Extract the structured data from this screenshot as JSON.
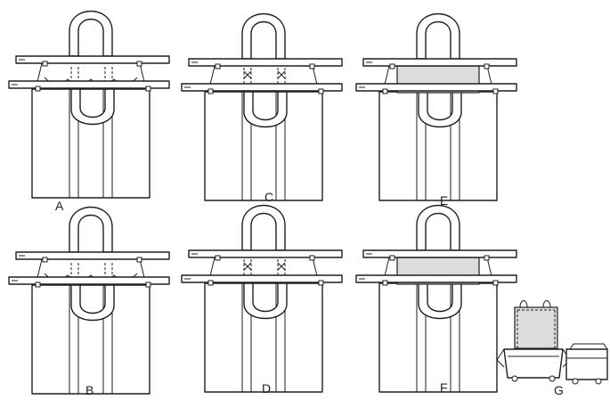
{
  "figure": {
    "panels": [
      {
        "id": "panel-a",
        "label": "A",
        "variant": "scallop"
      },
      {
        "id": "panel-c",
        "label": "C",
        "variant": "tabs"
      },
      {
        "id": "panel-e",
        "label": "E",
        "variant": "shaded"
      },
      {
        "id": "panel-b",
        "label": "B",
        "variant": "scallop"
      },
      {
        "id": "panel-d",
        "label": "D",
        "variant": "tabs"
      },
      {
        "id": "panel-f",
        "label": "F",
        "variant": "shaded"
      }
    ],
    "detail_label": "G",
    "colors": {
      "line": "#1f1f1f",
      "fill": "#ffffff",
      "shade": "#dcdcdc"
    }
  }
}
